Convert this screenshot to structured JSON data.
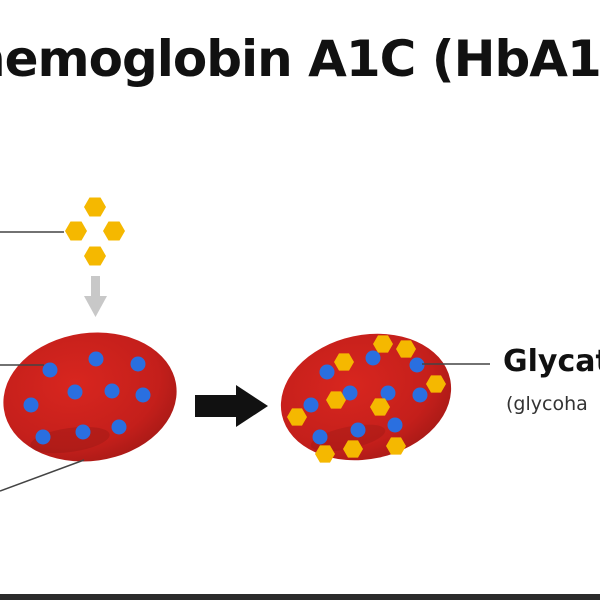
{
  "title": "hemoglobin A1C (HbA1",
  "labels": {
    "glycated_main": "Glycat",
    "glycated_sub": "(glycoha"
  },
  "colors": {
    "cell_red": "#c9201c",
    "cell_shadow": "#8e1614",
    "hemoglobin_blue": "#2a6fe0",
    "glucose_yellow": "#f5b800",
    "arrow_black": "#111111",
    "arrow_gray": "#c8c8c8",
    "pointer_line": "#444444"
  },
  "icons": {
    "glucose": "yellow-hexagon",
    "hemoglobin": "blue-circle"
  }
}
